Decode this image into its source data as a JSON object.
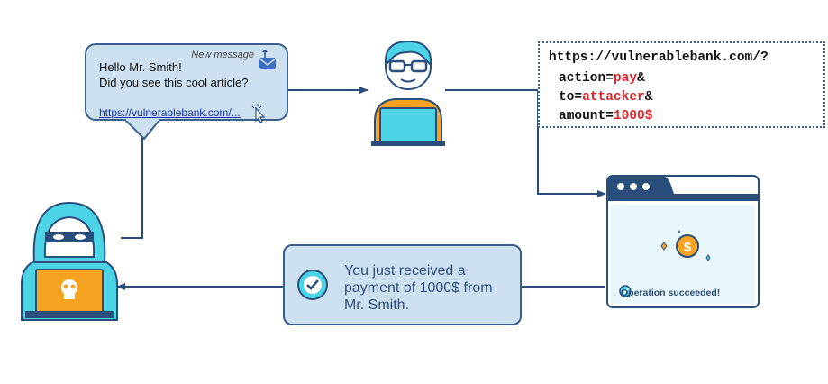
{
  "message": {
    "header": "New message",
    "greeting": "Hello Mr. Smith!",
    "body": "Did you see this cool article?",
    "link": "https://vulnerablebank.com/..."
  },
  "request": {
    "url": "https://vulnerablebank.com/?",
    "param_action_key": "action=",
    "param_action_val": "pay",
    "param_to_key": "to=",
    "param_to_val": "attacker",
    "param_amount_key": "amount=",
    "param_amount_val": "1000$",
    "amp": "&"
  },
  "browser": {
    "status": "Operation succeeded!"
  },
  "notification": {
    "line1": "You just received a",
    "line2": "payment of 1000$ from",
    "line3": "Mr. Smith."
  },
  "colors": {
    "line": "#2a4e7c",
    "orange": "#f5a320",
    "cyan": "#4cd4e6",
    "bubble": "#cde0f0",
    "red": "#d8262c"
  }
}
